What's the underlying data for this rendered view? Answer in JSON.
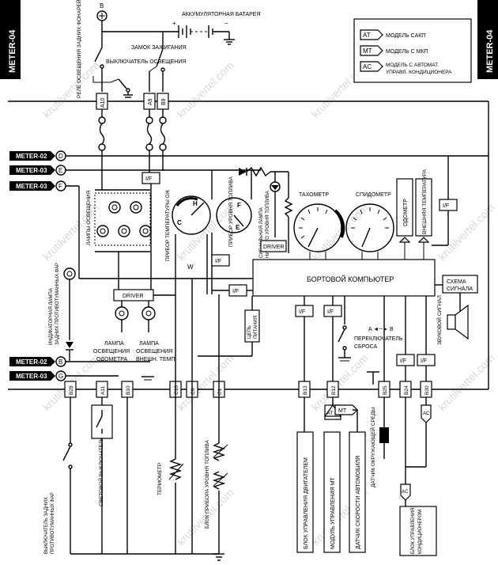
{
  "sheet": {
    "tag_left": "METER-04",
    "tag_right": "METER-04"
  },
  "watermark": "krutilvertel.com",
  "legend": {
    "items": [
      {
        "code": "AT",
        "text": "МОДЕЛЬ САКП"
      },
      {
        "code": "MT",
        "text": "МОДЕЛЬ С МКП"
      },
      {
        "code": "AC",
        "text": "МОДЕЛЬ С АВТОМАТ. УПРАВЛ. КОНДИЦИОНЕРА"
      }
    ]
  },
  "power": {
    "plus_label": "B",
    "battery_label": "АККУМУЛЯТОРНАЯ БАТАРЕЯ"
  },
  "components": {
    "tail_relay": "РЕЛЕ ОСВЕЩЕНИЯ ЗАДНИХ ФОНАРЕЙ",
    "light_switch": "ВЫКЛЮЧАТЕЛЬ ОСВЕЩЕНИЯ",
    "ignition": "ЗАМОК ЗАЖИГАНИЯ",
    "lamps": "ЛАМПЫ ОСВЕЩЕНИЯ",
    "coolant_gauge": "ПРИБОР ТЕМПЕРАТУРЫ ОЖ",
    "fuel_gauge": "ПРИБОР УРОВНЯ ТОПЛИВА",
    "fuel_warn": "СИГНАЛЬНАЯ ЛАМПА НИЗКОГО УРОВНЯ ТОПЛИВА",
    "tacho": "ТАХОМЕТР",
    "speedo": "СПИДОМЕТР",
    "odometer": "ОДОМЕТР",
    "ext_temp": "ВНЕШНЯЯ ТЕМПЕРАТУРА",
    "board_pc": "БОРТОВОЙ КОМПЬЮТЕР",
    "signal_circuit": "СХЕМА СИГНАЛА",
    "buzzer": "ЗВУКОВОЙ СИГНАЛ",
    "power_circuit": "ЦЕПЬ ПИТАНИЯ",
    "reset_switch": "ПЕРЕКЛЮЧАТЕЛЬ СБРОСА",
    "rear_fog_ind": "ИНДИКАТОРНАЯ ЛАМПА ЗАДНИХ ПРОТИВОТУМАННЫХ ФАР",
    "odo_lamp": "ЛАМПА ОСВЕЩЕНИЯ ОДОМЕТРА",
    "ext_temp_lamp": "ЛАМПА ОСВЕЩЕНИЯ ВНЕШН. ТЕМП.",
    "rear_fog_sw": "ВЫКЛЮЧАТЕЛЬ ЗАДНИХ ПРОТИВОТУМАННЫХ ФАР",
    "light_sw2": "СВЕТОВОЙ ВЫКЛЮЧАТЕЛЬ",
    "thermometer": "ТЕРМОМЕТР",
    "fuel_unit": "БЛОК ПРИБОРА УРОВНЯ ТОПЛИВА",
    "engine_unit": "БЛОК УПРАВЛЕНИЯ ДВИГАТЕЛЕМ",
    "mt_module": "МОДУЛЬ УПРАВЛЕНИЯ МТ",
    "speed_sensor": "ДАТЧИК СКОРОСТИ АВТОМОБИЛЯ",
    "ambient_sensor": "ДАТЧИК ОКРУЖАЮЩЕЙ СРЕДЫ",
    "ac_unit": "БЛОК УПРАВЛЕНИЯ КОНДИЦИОНЕРОМ"
  },
  "connectors": {
    "left": [
      {
        "sheet": "METER-02",
        "pin": "D"
      },
      {
        "sheet": "METER-03",
        "pin": "E"
      },
      {
        "sheet": "METER-03",
        "pin": "F"
      }
    ],
    "lower": [
      {
        "sheet": "METER-02",
        "pin": "B"
      },
      {
        "sheet": "METER-03",
        "pin": "G"
      }
    ]
  },
  "pins": {
    "top": [
      "A10",
      "A9",
      "B9"
    ],
    "bottom": [
      "B28",
      "A11",
      "B10",
      "C10",
      "C9",
      "C1",
      "B13",
      "B12",
      "B25",
      "B24",
      "B30"
    ]
  },
  "labels": {
    "if": "I/F",
    "driver": "DRIVER",
    "w": "W",
    "h": "H",
    "c": "C",
    "f": "F",
    "e": "E",
    "a": "A",
    "b": "B",
    "ab_arrow": "A ◄─► B",
    "at": "AT",
    "mt": "MT",
    "ac": "AC"
  }
}
